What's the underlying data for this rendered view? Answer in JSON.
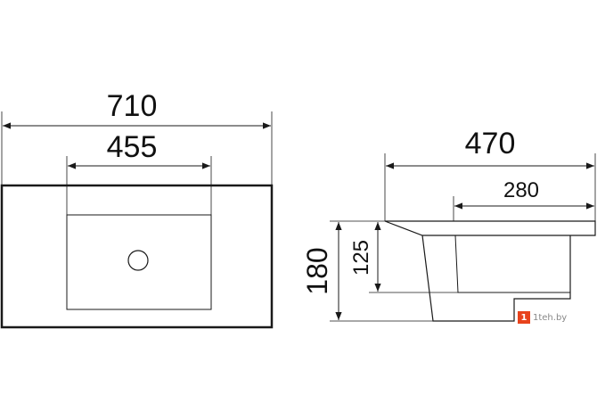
{
  "dimensions": {
    "top_overall_width": "710",
    "top_bowl_width": "455",
    "side_overall_depth": "470",
    "side_inner_depth": "280",
    "side_overall_height": "180",
    "side_bowl_height": "125"
  },
  "watermark": {
    "text": "1teh.by",
    "mark": "1"
  }
}
